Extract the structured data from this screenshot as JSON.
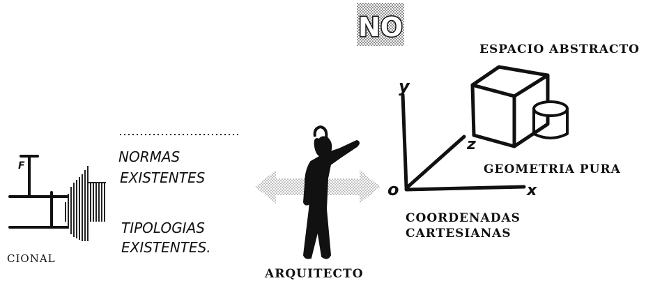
{
  "header": {
    "no_label": "NO"
  },
  "labels": {
    "espacio_abstracto": "ESPACIO ABSTRACTO",
    "geometria_pura": "GEOMETRIA PURA",
    "coordenadas_line1": "COORDENADAS",
    "coordenadas_line2": "CARTESIANAS",
    "arquitecto": "ARQUITECTO",
    "cional": "CIONAL"
  },
  "handwritten": {
    "normas_line1": "NORMAS",
    "normas_line2": "EXISTENTES",
    "tipologias_line1": "TIPOLOGIAS",
    "tipologias_line2": "EXISTENTES."
  },
  "axes": {
    "x_label": "x",
    "y_label": "y",
    "z_label": "z",
    "origin_label": "o"
  },
  "side_mark": {
    "f_label": "F"
  }
}
